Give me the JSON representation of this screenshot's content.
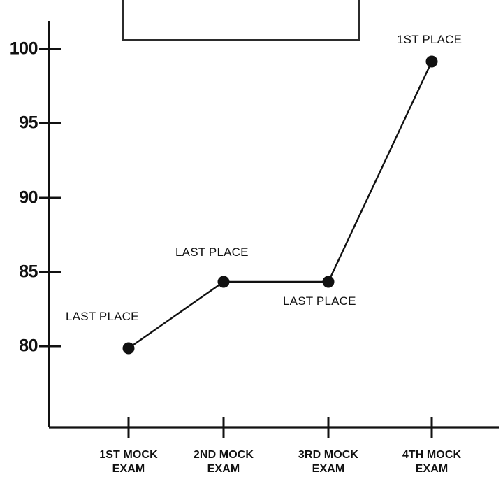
{
  "chart_data": {
    "type": "line",
    "title": "",
    "subtitle": "",
    "xlabel": "",
    "ylabel": "",
    "categories": [
      "1ST MOCK\nEXAM",
      "2ND MOCK\nEXAM",
      "3RD MOCK\nEXAM",
      "4TH MOCK\nEXAM"
    ],
    "values": [
      80.0,
      84.4,
      84.4,
      99.2
    ],
    "series": [
      {
        "name": "",
        "values": [
          80.0,
          84.4,
          84.4,
          99.2
        ]
      }
    ],
    "point_labels": [
      "LAST PLACE",
      "LAST PLACE",
      "LAST PLACE",
      "1ST PLACE"
    ],
    "ylim": [
      76.0,
      101.5
    ],
    "ytick_values": [
      80,
      85,
      90,
      95,
      100
    ],
    "ytick_labels": [
      "80",
      "85",
      "90",
      "95",
      "100"
    ],
    "xtick_labels": [
      "1ST MOCK",
      "2ND MOCK",
      "3RD MOCK",
      "4TH MOCK"
    ],
    "xtick_sublabels": [
      "EXAM",
      "EXAM",
      "EXAM",
      "EXAM"
    ],
    "grid": false,
    "legend_position": "top-center",
    "legend_entries": [],
    "marker": "circle",
    "line_color": "#111111",
    "marker_color": "#111111",
    "axis_color": "#111111",
    "background_color": "#ffffff"
  },
  "axes": {
    "y": {
      "ticks": [
        {
          "label": "100",
          "value": 100
        },
        {
          "label": "95",
          "value": 95
        },
        {
          "label": "90",
          "value": 90
        },
        {
          "label": "85",
          "value": 85
        },
        {
          "label": "80",
          "value": 80
        }
      ]
    },
    "x": {
      "ticks": [
        {
          "line1": "1ST MOCK",
          "line2": "EXAM"
        },
        {
          "line1": "2ND MOCK",
          "line2": "EXAM"
        },
        {
          "line1": "3RD MOCK",
          "line2": "EXAM"
        },
        {
          "line1": "4TH MOCK",
          "line2": "EXAM"
        }
      ]
    }
  },
  "annotations": [
    {
      "text": "LAST PLACE",
      "for_point": 1
    },
    {
      "text": "LAST PLACE",
      "for_point": 2
    },
    {
      "text": "LAST PLACE",
      "for_point": 3
    },
    {
      "text": "1ST PLACE",
      "for_point": 4
    }
  ],
  "legend": {
    "visible": true,
    "text": ""
  }
}
